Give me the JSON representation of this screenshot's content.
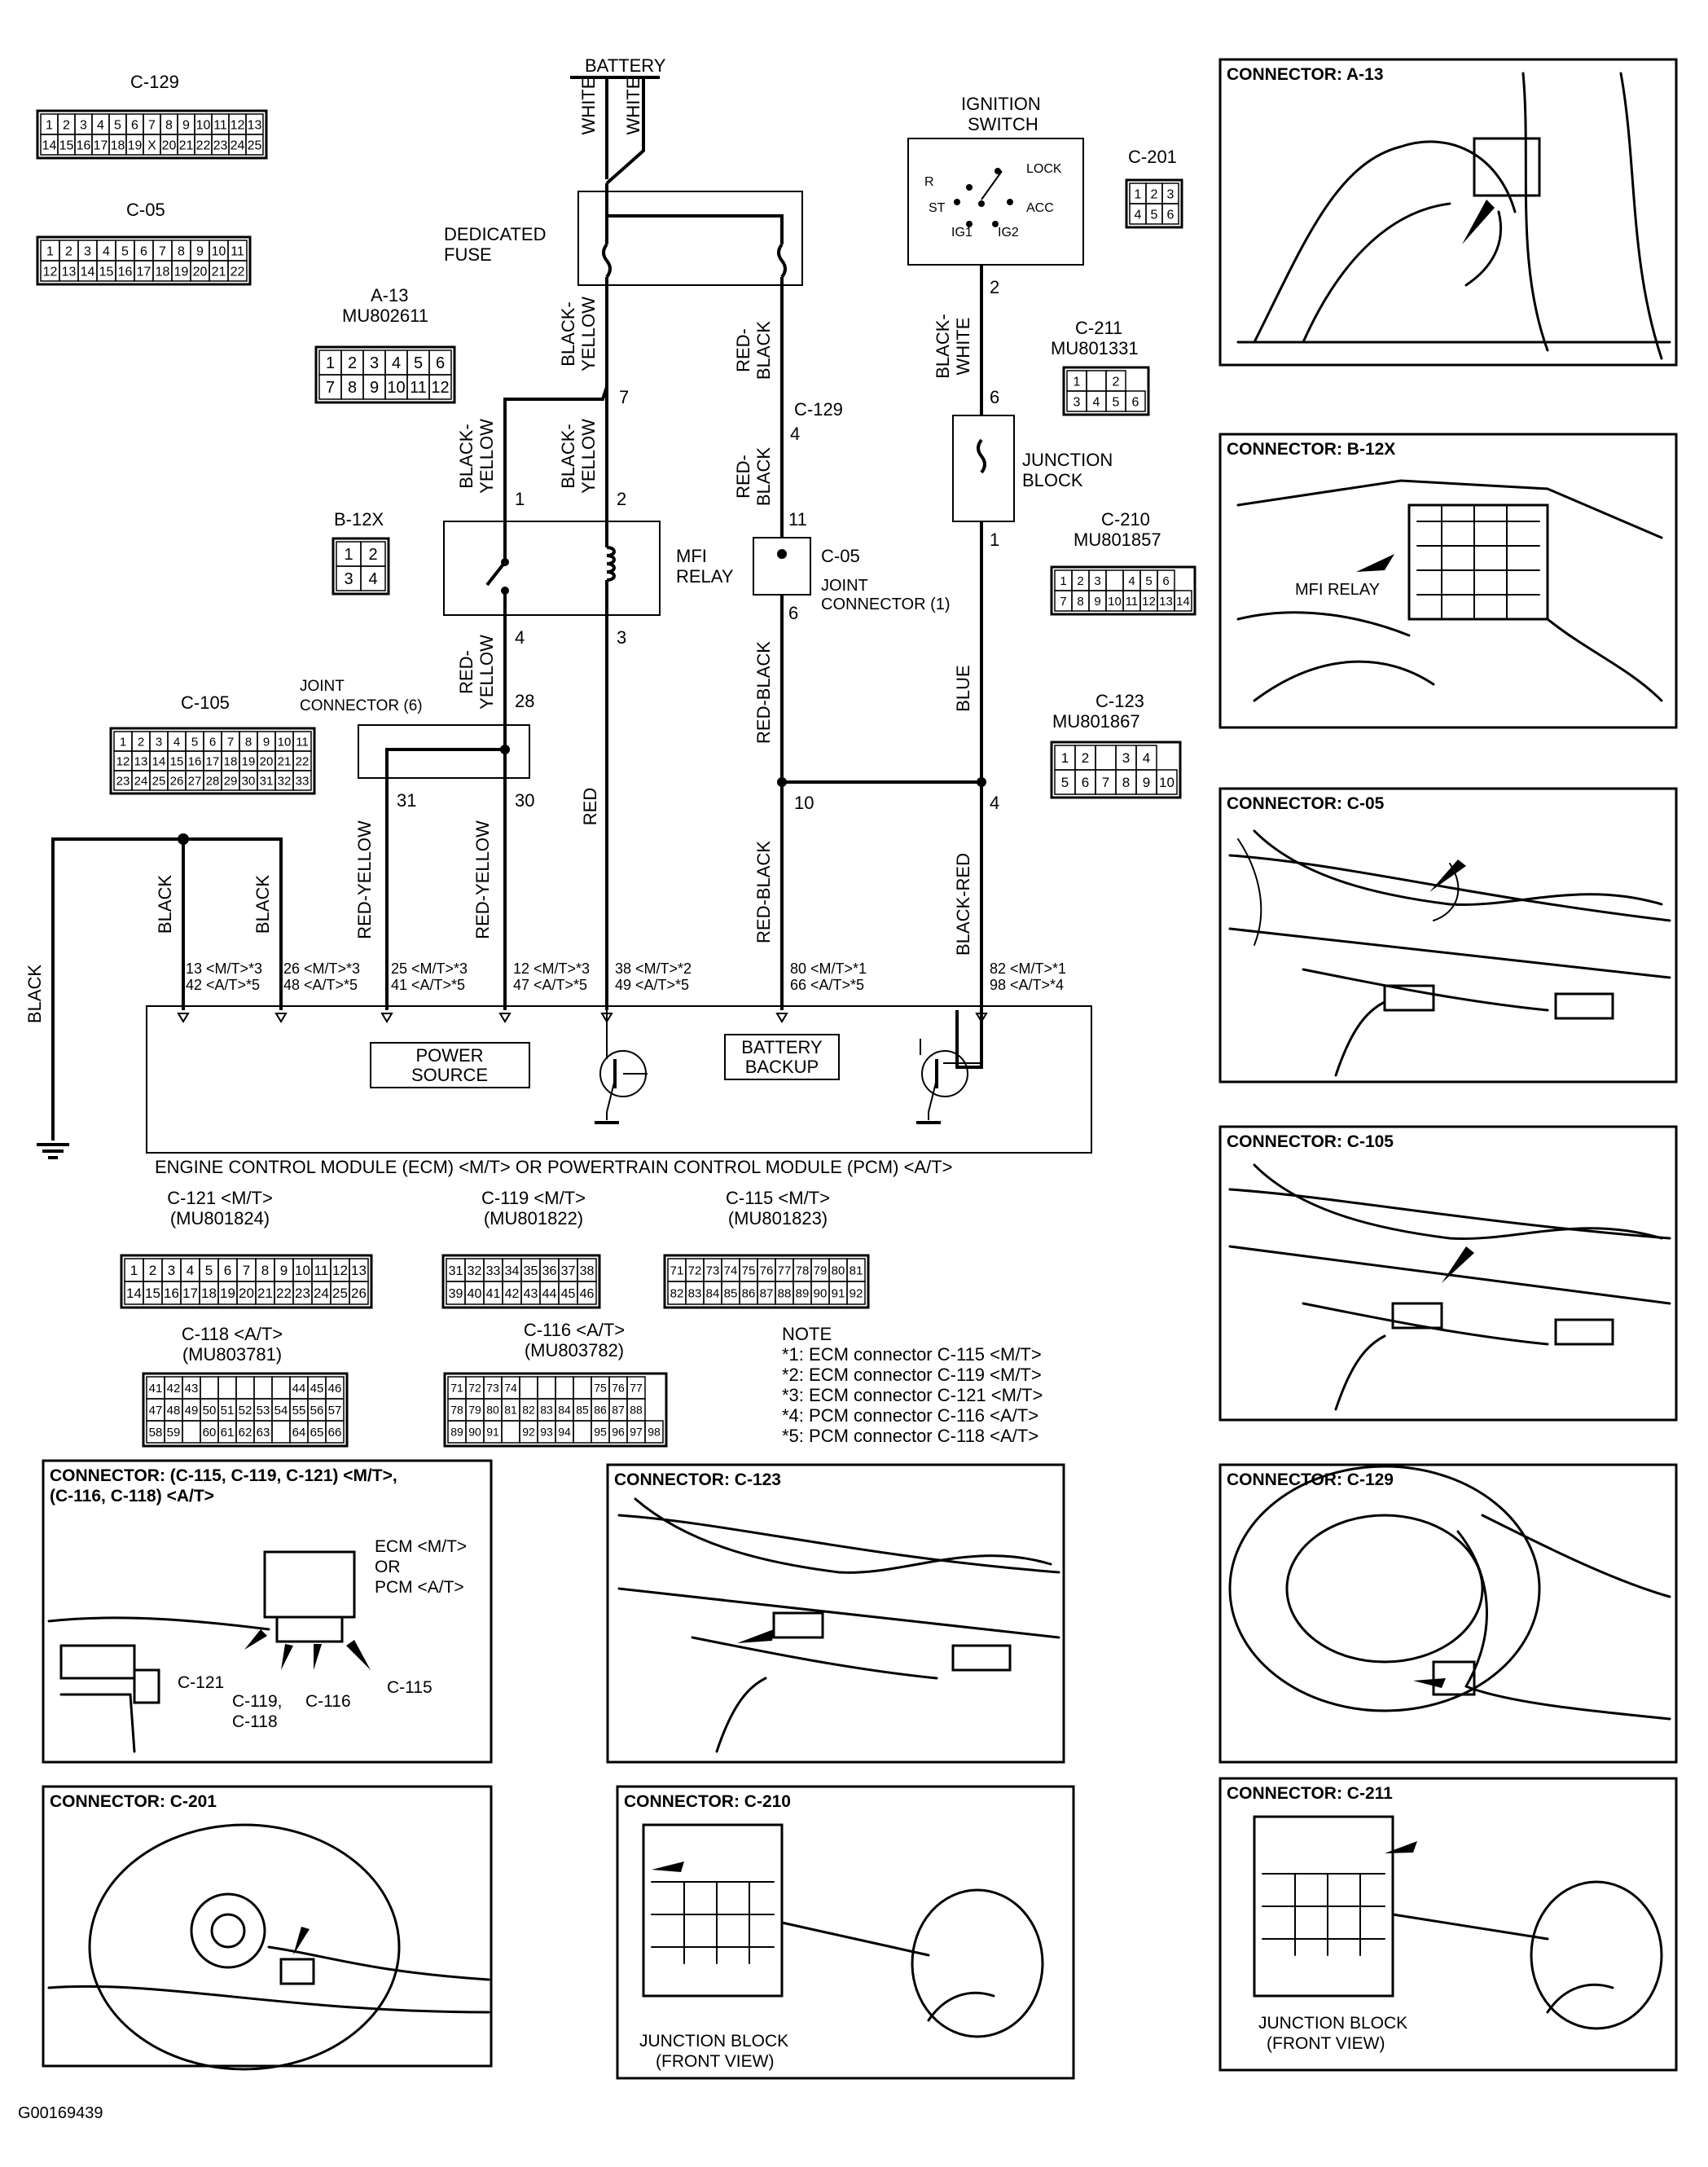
{
  "top": {
    "battery": "BATTERY",
    "dedicated_fuse": [
      "DEDICATED",
      "FUSE"
    ],
    "ignition_switch": [
      "IGNITION",
      "SWITCH"
    ],
    "ign_positions": {
      "r": "R",
      "st": "ST",
      "lock": "LOCK",
      "acc": "ACC",
      "ig1": "IG1",
      "ig2": "IG2"
    },
    "mfi_relay": [
      "MFI",
      "RELAY"
    ],
    "junction_block": [
      "JUNCTION",
      "BLOCK"
    ],
    "c05_joint": [
      "C-05",
      "JOINT",
      "CONNECTOR (1)"
    ],
    "joint_connector6": [
      "JOINT",
      "CONNECTOR (6)"
    ],
    "c129_marker": "C-129"
  },
  "wires": {
    "white": "WHITE",
    "black_yellow": [
      "BLACK-",
      "YELLOW"
    ],
    "red_black_split": [
      "RED-",
      "BLACK"
    ],
    "black_white": [
      "BLACK-",
      "WHITE"
    ],
    "red_yellow_split": [
      "RED-",
      "YELLOW"
    ],
    "red_yellow": "RED-YELLOW",
    "red": "RED",
    "red_black": "RED-BLACK",
    "blue": "BLUE",
    "black": "BLACK",
    "black_red": "BLACK-RED"
  },
  "pins": {
    "p7": "7",
    "p1": "1",
    "p2": "2",
    "p4": "4",
    "p3": "3",
    "p28": "28",
    "p31": "31",
    "p30": "30",
    "c129_4": "4",
    "p11": "11",
    "p6": "6",
    "p10": "10",
    "ign_2": "2",
    "jb_6": "6",
    "jb_1": "1",
    "bl_4": "4"
  },
  "ecm_pins": [
    [
      "13 <M/T>*3",
      "42 <A/T>*5"
    ],
    [
      "26 <M/T>*3",
      "48 <A/T>*5"
    ],
    [
      "25 <M/T>*3",
      "41 <A/T>*5"
    ],
    [
      "12 <M/T>*3",
      "47 <A/T>*5"
    ],
    [
      "38 <M/T>*2",
      "49 <A/T>*5"
    ],
    [
      "80 <M/T>*1",
      "66 <A/T>*5"
    ],
    [
      "82 <M/T>*1",
      "98 <A/T>*4"
    ]
  ],
  "ecm": {
    "power_source": [
      "POWER",
      "SOURCE"
    ],
    "battery_backup": [
      "BATTERY",
      "BACKUP"
    ],
    "title": "ENGINE CONTROL MODULE (ECM) <M/T> OR POWERTRAIN CONTROL MODULE (PCM) <A/T>"
  },
  "connectors_left": {
    "c129": {
      "label": "C-129",
      "row1": [
        "1",
        "2",
        "3",
        "4",
        "5",
        "6",
        "7",
        "8",
        "9",
        "10",
        "11",
        "12",
        "13"
      ],
      "row2": [
        "14",
        "15",
        "16",
        "17",
        "18",
        "19",
        "X",
        "20",
        "21",
        "22",
        "23",
        "24",
        "25"
      ]
    },
    "c05": {
      "label": "C-05",
      "row1": [
        "1",
        "2",
        "3",
        "4",
        "5",
        "6",
        "7",
        "8",
        "9",
        "10",
        "11"
      ],
      "row2": [
        "12",
        "13",
        "14",
        "15",
        "16",
        "17",
        "18",
        "19",
        "20",
        "21",
        "22"
      ]
    },
    "a13": {
      "label": "A-13",
      "part": "MU802611",
      "row1": [
        "1",
        "2",
        "3",
        "4",
        "5",
        "6"
      ],
      "row2": [
        "7",
        "8",
        "9",
        "10",
        "11",
        "12"
      ]
    },
    "b12x": {
      "label": "B-12X",
      "row1": [
        "1",
        "2"
      ],
      "row2": [
        "3",
        "4"
      ]
    },
    "c105": {
      "label": "C-105",
      "row1": [
        "1",
        "2",
        "3",
        "4",
        "5",
        "6",
        "7",
        "8",
        "9",
        "10",
        "11"
      ],
      "row2": [
        "12",
        "13",
        "14",
        "15",
        "16",
        "17",
        "18",
        "19",
        "20",
        "21",
        "22"
      ],
      "row3": [
        "23",
        "24",
        "25",
        "26",
        "27",
        "28",
        "29",
        "30",
        "31",
        "32",
        "33"
      ]
    }
  },
  "connectors_right": {
    "c201": {
      "label": "C-201",
      "row1": [
        "1",
        "2",
        "3"
      ],
      "row2": [
        "4",
        "5",
        "6"
      ]
    },
    "c211": {
      "label": "C-211",
      "part": "MU801331",
      "row1": [
        "1",
        "",
        "2"
      ],
      "row2": [
        "3",
        "4",
        "5",
        "6"
      ]
    },
    "c210": {
      "label": "C-210",
      "part": "MU801857",
      "row1": [
        "1",
        "2",
        "3",
        "",
        "4",
        "5",
        "6"
      ],
      "row2": [
        "7",
        "8",
        "9",
        "10",
        "11",
        "12",
        "13",
        "14"
      ]
    },
    "c123": {
      "label": "C-123",
      "part": "MU801867",
      "row1": [
        "1",
        "2",
        "",
        "3",
        "4"
      ],
      "row2": [
        "5",
        "6",
        "7",
        "8",
        "9",
        "10"
      ]
    }
  },
  "connectors_ecm": {
    "c121": {
      "label": "C-121 <M/T>",
      "part": "(MU801824)",
      "row1": [
        "1",
        "2",
        "3",
        "4",
        "5",
        "6",
        "7",
        "8",
        "9",
        "10",
        "11",
        "12",
        "13"
      ],
      "row2": [
        "14",
        "15",
        "16",
        "17",
        "18",
        "19",
        "20",
        "21",
        "22",
        "23",
        "24",
        "25",
        "26"
      ]
    },
    "c119": {
      "label": "C-119 <M/T>",
      "part": "(MU801822)",
      "row1": [
        "31",
        "32",
        "33",
        "34",
        "35",
        "36",
        "37",
        "38"
      ],
      "row2": [
        "39",
        "40",
        "41",
        "42",
        "43",
        "44",
        "45",
        "46"
      ]
    },
    "c115": {
      "label": "C-115 <M/T>",
      "part": "(MU801823)",
      "row1": [
        "71",
        "72",
        "73",
        "74",
        "75",
        "76",
        "77",
        "78",
        "79",
        "80",
        "81"
      ],
      "row2": [
        "82",
        "83",
        "84",
        "85",
        "86",
        "87",
        "88",
        "89",
        "90",
        "91",
        "92"
      ]
    },
    "c118": {
      "label": "C-118 <A/T>",
      "part": "(MU803781)",
      "row1": [
        "41",
        "42",
        "43",
        "",
        "",
        "",
        "",
        "",
        "44",
        "45",
        "46"
      ],
      "row2": [
        "47",
        "48",
        "49",
        "50",
        "51",
        "52",
        "53",
        "54",
        "55",
        "56",
        "57"
      ],
      "row3": [
        "58",
        "59",
        "",
        "60",
        "61",
        "62",
        "63",
        "",
        "64",
        "65",
        "66"
      ]
    },
    "c116": {
      "label": "C-116 <A/T>",
      "part": "(MU803782)",
      "row1": [
        "71",
        "72",
        "73",
        "74",
        "",
        "",
        "",
        "",
        "75",
        "76",
        "77"
      ],
      "row2": [
        "78",
        "79",
        "80",
        "81",
        "82",
        "83",
        "84",
        "85",
        "86",
        "87",
        "88"
      ],
      "row3": [
        "89",
        "90",
        "91",
        "",
        "92",
        "93",
        "94",
        "",
        "95",
        "96",
        "97",
        "98"
      ]
    }
  },
  "note": {
    "title": "NOTE",
    "lines": [
      "*1: ECM connector C-115 <M/T>",
      "*2: ECM connector C-119 <M/T>",
      "*3: ECM connector C-121 <M/T>",
      "*4: PCM connector C-116 <A/T>",
      "*5: PCM connector C-118 <A/T>"
    ]
  },
  "panels": {
    "a13": "CONNECTOR: A-13",
    "b12x": "CONNECTOR: B-12X",
    "b12x_mfi": "MFI RELAY",
    "c05": "CONNECTOR: C-05",
    "c105": "CONNECTOR: C-105",
    "ecm_title": [
      "CONNECTOR: (C-115, C-119, C-121) <M/T>,",
      "(C-116, C-118) <A/T>"
    ],
    "ecm_label": [
      "ECM <M/T>",
      "OR",
      "PCM <A/T>"
    ],
    "ecm_c121": "C-121",
    "ecm_c119": [
      "C-119,",
      "C-118"
    ],
    "ecm_c116": "C-116",
    "ecm_c115": "C-115",
    "c123": "CONNECTOR: C-123",
    "c129": "CONNECTOR: C-129",
    "c201": "CONNECTOR: C-201",
    "c210": "CONNECTOR: C-210",
    "c211": "CONNECTOR: C-211",
    "jb_front": [
      "JUNCTION BLOCK",
      "(FRONT VIEW)"
    ]
  },
  "figure_id": "G00169439"
}
